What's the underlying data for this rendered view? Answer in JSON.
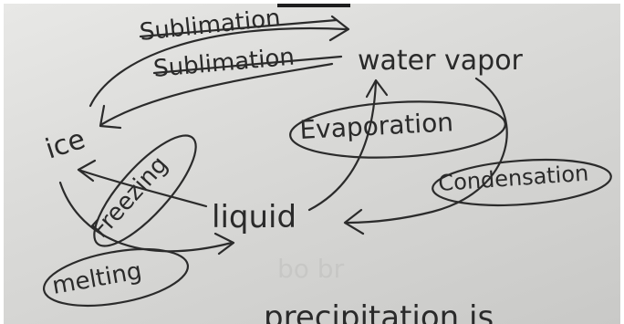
{
  "diagram": {
    "sublimation_top": "Sublimation",
    "sublimation_bottom": "Sublimation",
    "water_vapor": "water vapor",
    "ice": "ice",
    "evaporation": "Evaporation",
    "condensation": "Condensation",
    "freezing": "Freezing",
    "liquid": "liquid",
    "melting": "melting",
    "bottom_text": "precipitation is"
  }
}
